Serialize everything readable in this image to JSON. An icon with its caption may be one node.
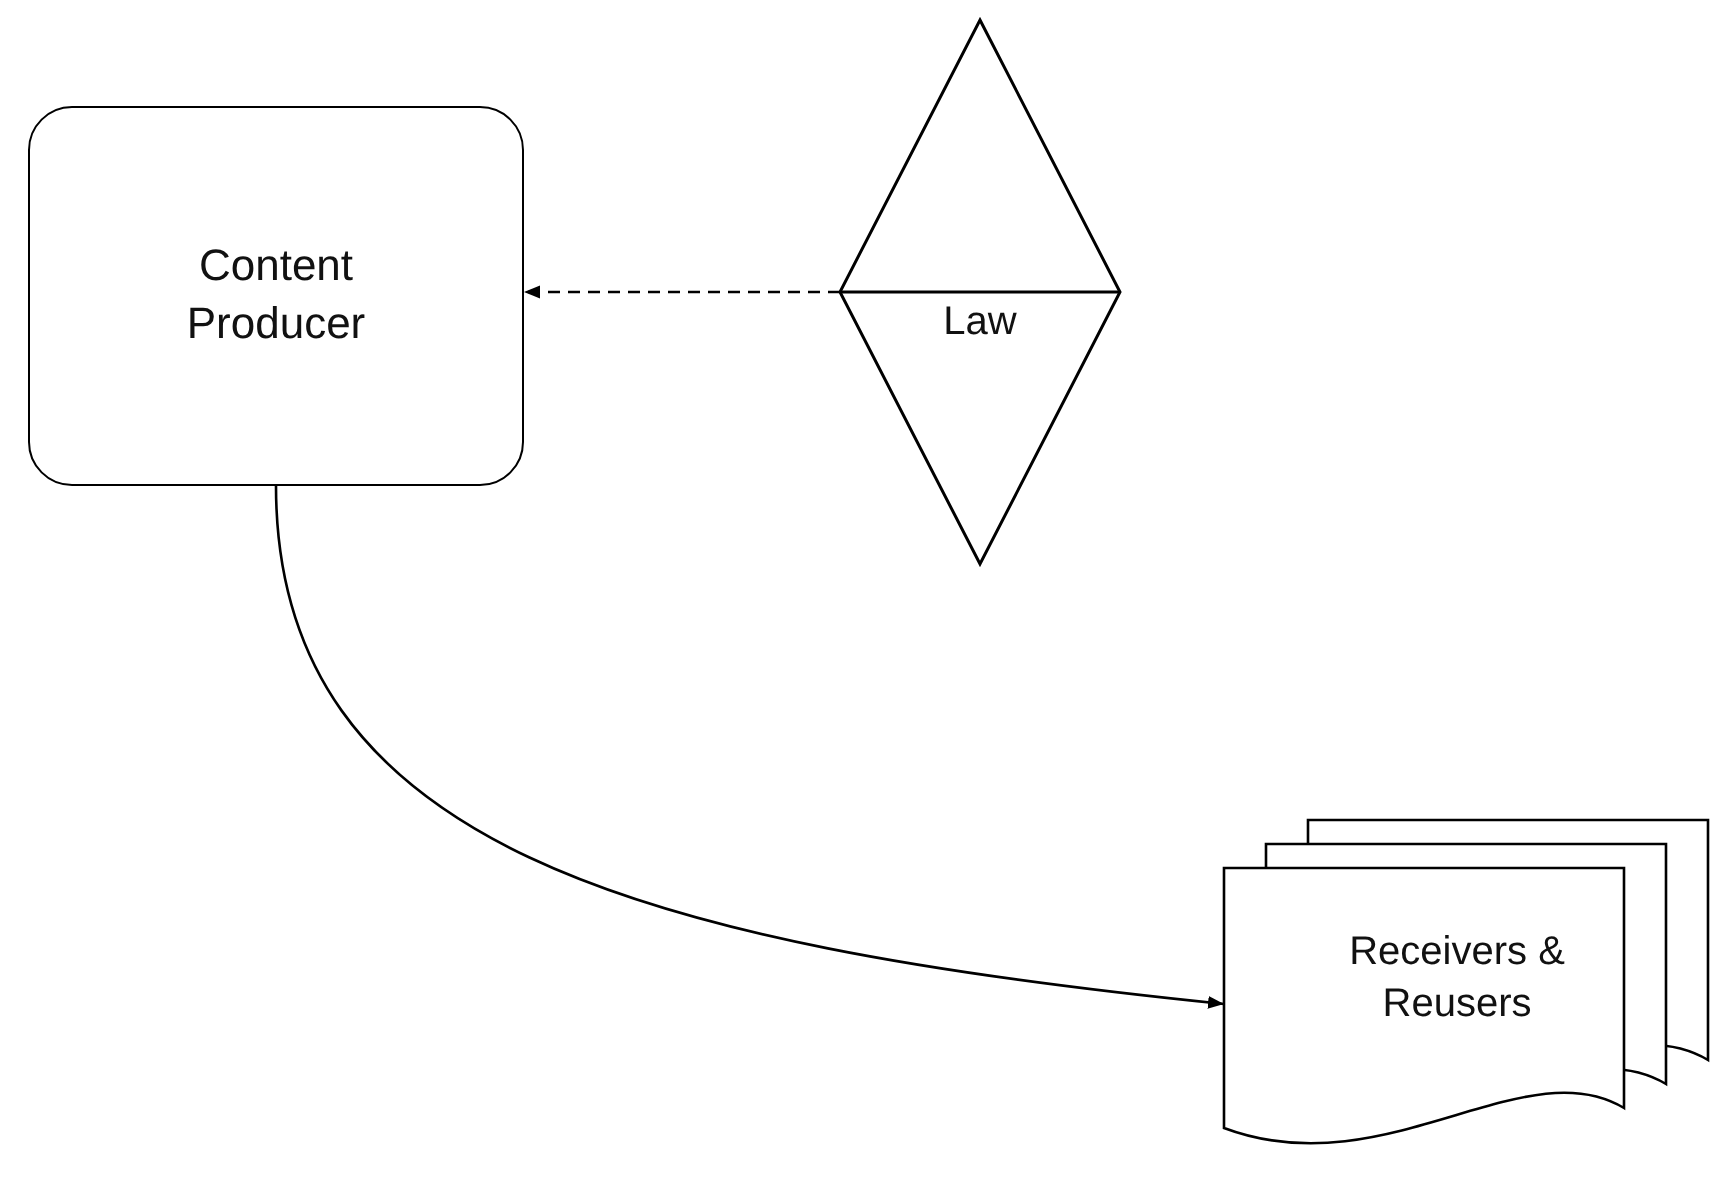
{
  "diagram": {
    "nodes": [
      {
        "text": [
          "Content Producer"
        ]
      },
      {
        "text": [
          "Law"
        ]
      },
      {
        "text": [
          "Receivers & Reusers"
        ]
      }
    ],
    "edges": [
      {
        "from": 1,
        "to": 0,
        "arrow": "to",
        "style": "dashed"
      },
      {
        "from": 0,
        "to": 2,
        "arrow": "to"
      }
    ]
  }
}
